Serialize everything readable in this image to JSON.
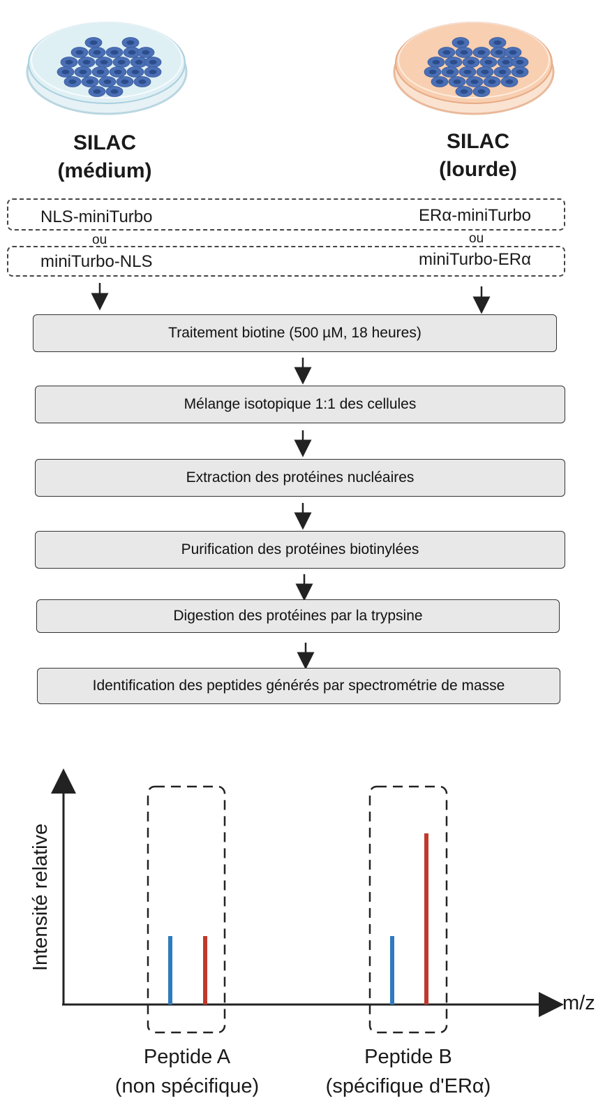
{
  "dishes": {
    "left": {
      "label_line1": "SILAC",
      "label_line2": "(médium)",
      "medium_color": "#dff0f5"
    },
    "right": {
      "label_line1": "SILAC",
      "label_line2": "(lourde)",
      "medium_color": "#f8cfb0"
    },
    "cell_color": "#4a6fb5"
  },
  "constructs": {
    "left_top": "NLS-miniTurbo",
    "left_or": "ou",
    "left_bottom": "miniTurbo-NLS",
    "right_top": "ERα-miniTurbo",
    "right_or": "ou",
    "right_bottom": "miniTurbo-ERα"
  },
  "steps": [
    "Traitement biotine (500 µM, 18 heures)",
    "Mélange isotopique 1:1 des cellules",
    "Extraction des protéines nucléaires",
    "Purification des protéines biotinylées",
    "Digestion des protéines par la trypsine",
    "Identification des peptides générés par spectrométrie de masse"
  ],
  "chart_data": {
    "type": "bar",
    "xlabel": "m/z",
    "ylabel": "Intensité relative",
    "groups": [
      {
        "name_line1": "Peptide A",
        "name_line2": "(non spécifique)"
      },
      {
        "name_line1": "Peptide B",
        "name_line2": "(spécifique d'ERα)"
      }
    ],
    "series": [
      {
        "color": "#2f7bbf",
        "values": [
          1,
          1
        ]
      },
      {
        "color": "#c0392b",
        "values": [
          1,
          2.5
        ]
      }
    ]
  }
}
